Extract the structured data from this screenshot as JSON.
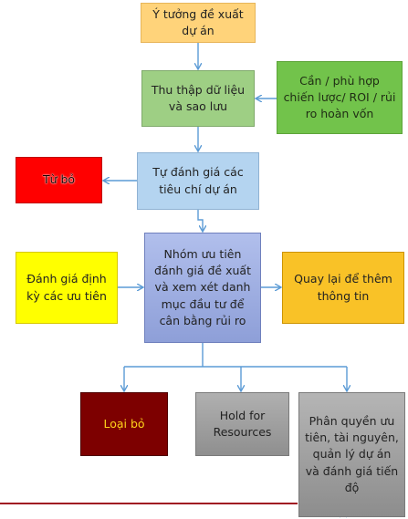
{
  "nodes": {
    "idea": "Ý tưởng đề xuất dự án",
    "collect": "Thu thập dữ liệu và sao lưu",
    "alignment": "Cần / phù hợp chiến lược/ ROI / rủi ro hoàn vốn",
    "self_assessment": "Tự đánh giá các tiêu chí dự án",
    "reject_top": "Từ bỏ",
    "priority_group": "Nhóm ưu tiên đánh giá đề xuất và xem xét danh mục đầu tư để cân bằng rủi ro",
    "periodic_review": "Đánh giá định kỳ các ưu tiên",
    "go_back": "Quay lại để thêm thông tin",
    "remove": "Loại bỏ",
    "hold": "Hold for Resources",
    "assign": "Phân quyền ưu tiên, tài nguyên, quản lý dự án và đánh giá tiến độ"
  },
  "colors": {
    "arrow": "#5b9bd5",
    "idea": "#ffd37a",
    "collect": "#9ecf84",
    "alignment": "#72c34b",
    "self_assessment": "#b4d4f0",
    "reject_top": "#ff0000",
    "priority_group": "#a8b6e4",
    "periodic_review": "#ffff00",
    "go_back": "#f9c227",
    "remove": "#7d0000",
    "remove_text": "#ffd31a",
    "hold": "#a8a8a8",
    "assign": "#a8a8a8",
    "bottom_rule": "#a01622"
  }
}
